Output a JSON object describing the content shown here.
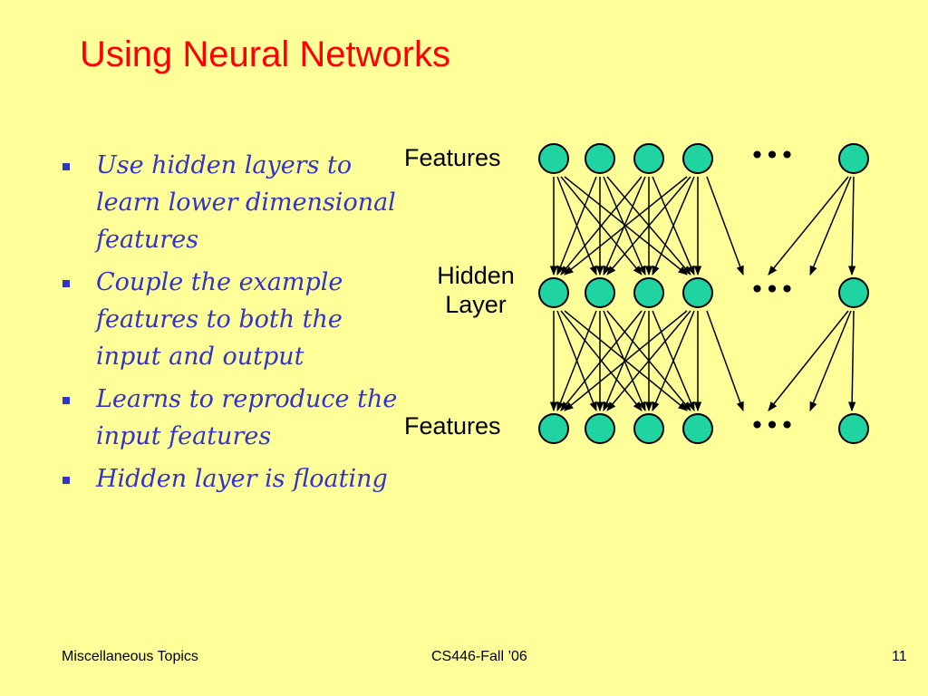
{
  "slide": {
    "title": "Using Neural Networks",
    "bullets": [
      "Use hidden layers to learn lower dimensional features",
      "Couple the example features to both the input and output",
      "Learns to reproduce the input features",
      "Hidden layer is floating"
    ]
  },
  "diagram": {
    "labels": {
      "input": "Features",
      "hidden_line1": "Hidden",
      "hidden_line2": "Layer",
      "output": "Features"
    },
    "ellipsis": "•••",
    "colors": {
      "node_fill": "#1fd4a0",
      "node_stroke": "#000000",
      "arrow": "#000000"
    }
  },
  "footer": {
    "left": "Miscellaneous Topics",
    "center": "CS446-Fall ’06",
    "right": "11"
  }
}
